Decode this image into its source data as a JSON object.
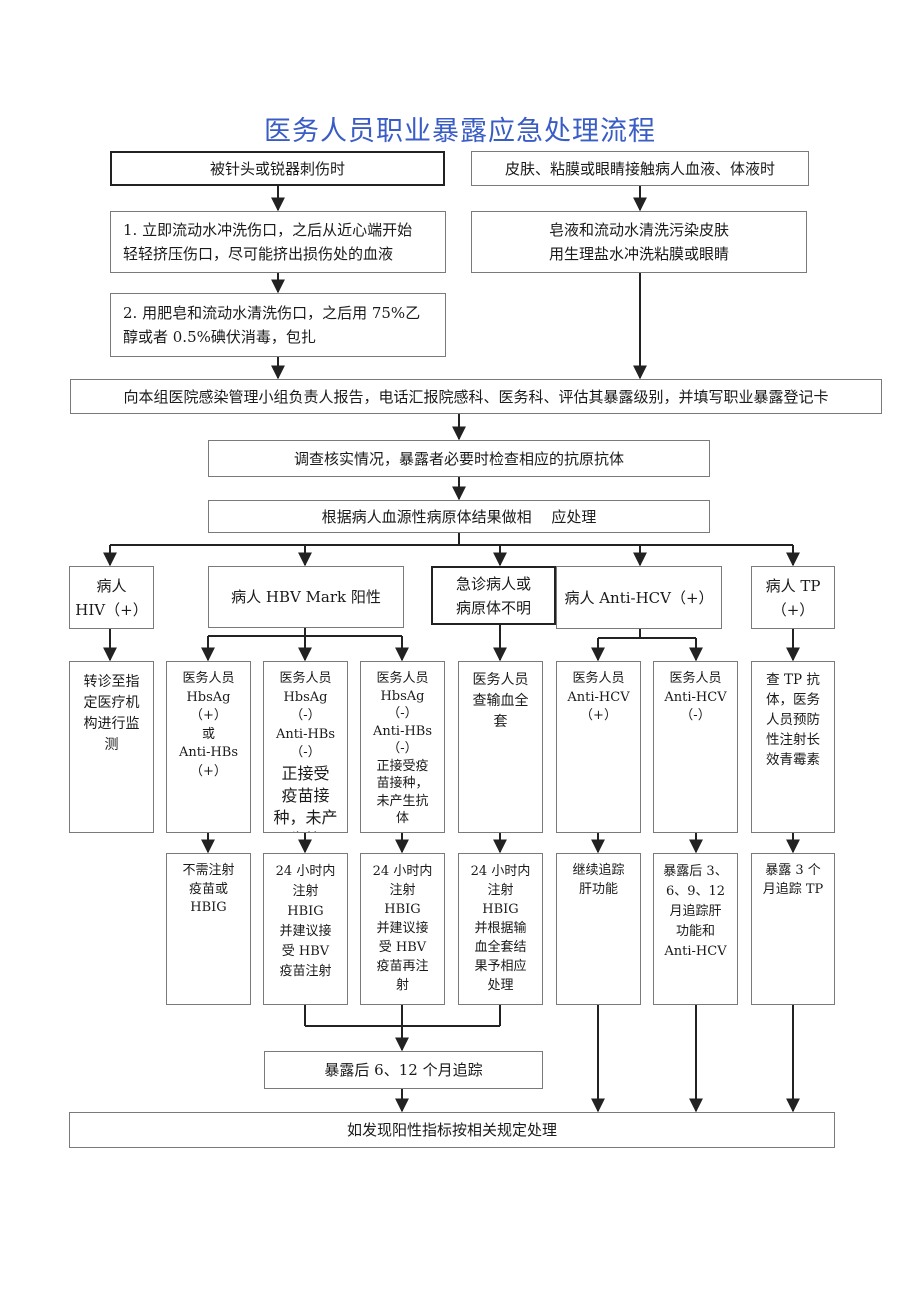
{
  "title": "医务人员职业暴露应急处理流程",
  "boxes": {
    "needle": "被针头或锐器刺伤时",
    "skin": "皮肤、粘膜或眼睛接触病人血液、体液时",
    "step1": "1. 立即流动水冲洗伤口，之后从近心端开始\n轻轻挤压伤口，尽可能挤出损伤处的血液",
    "soap_wash": "皂液和流动水清洗污染皮肤\n用生理盐水冲洗粘膜或眼睛",
    "step2": "2. 用肥皂和流动水清洗伤口，之后用 75%乙\n醇或者 0.5%碘伏消毒，包扎",
    "report": "向本组医院感染管理小组负责人报告，电话汇报院感科、医务科、评估其暴露级别，并填写职业暴露登记卡",
    "investigate": "调查核实情况，暴露者必要时检查相应的抗原抗体",
    "by_result": "根据病人血源性病原体结果做相　 应处理",
    "patient_hiv": "病人\nHIV（+）",
    "patient_hbv": "病人 HBV Mark 阳性",
    "emergency_unknown": "急诊病人或\n病原体不明",
    "patient_hcv": "病人 Anti-HCV（+）",
    "patient_tp": "病人 TP\n（+）",
    "hiv_action": "转诊至指\n定医疗机\n构进行监\n测",
    "hbv_staff_pos": "医务人员\nHbsAg\n（+）\n或\nAnti-HBs\n（+）",
    "hbv_staff_neg_vacc": "医务人员\nHbsAg\n（-）\nAnti-HBs\n（-）",
    "hbv_staff_neg_vacc_extra": "正接受\n疫苗接\n种，未产\n生抗",
    "hbv_staff_neg_novacc": "医务人员\nHbsAg\n（-）\nAnti-HBs\n（-）\n正接受疫\n苗接种，\n未产生抗\n体",
    "emergency_staff": "医务人员\n查输血全\n套",
    "hcv_staff_pos": "医务人员\nAnti-HCV\n（+）",
    "hcv_staff_neg": "医务人员\nAnti-HCV\n（-）",
    "tp_staff": "查 TP 抗\n体，医务\n人员预防\n性注射长\n效青霉素",
    "no_injection": "不需注射\n疫苗或\nHBIG",
    "hbig_24h_a": "24 小时内\n注射\nHBIG\n并建议接\n受 HBV\n疫苗注射",
    "hbig_24h_b": "24 小时内\n注射\nHBIG\n并建议接\n受 HBV\n疫苗再注\n射",
    "hbig_24h_c": "24 小时内\n注射\nHBIG\n并根据输\n血全套结\n果予相应\n处理",
    "liver_follow": "继续追踪\n肝功能",
    "hcv_follow": "暴露后 3、\n6、9、12\n月追踪肝\n功能和\nAnti-HCV",
    "tp_follow": "暴露 3 个\n月追踪 TP",
    "follow_6_12": "暴露后 6、12 个月追踪",
    "final": "如发现阳性指标按相关规定处理"
  },
  "colors": {
    "title": "#3a5dc5",
    "line": "#222222",
    "border": "#7a7a7a"
  }
}
